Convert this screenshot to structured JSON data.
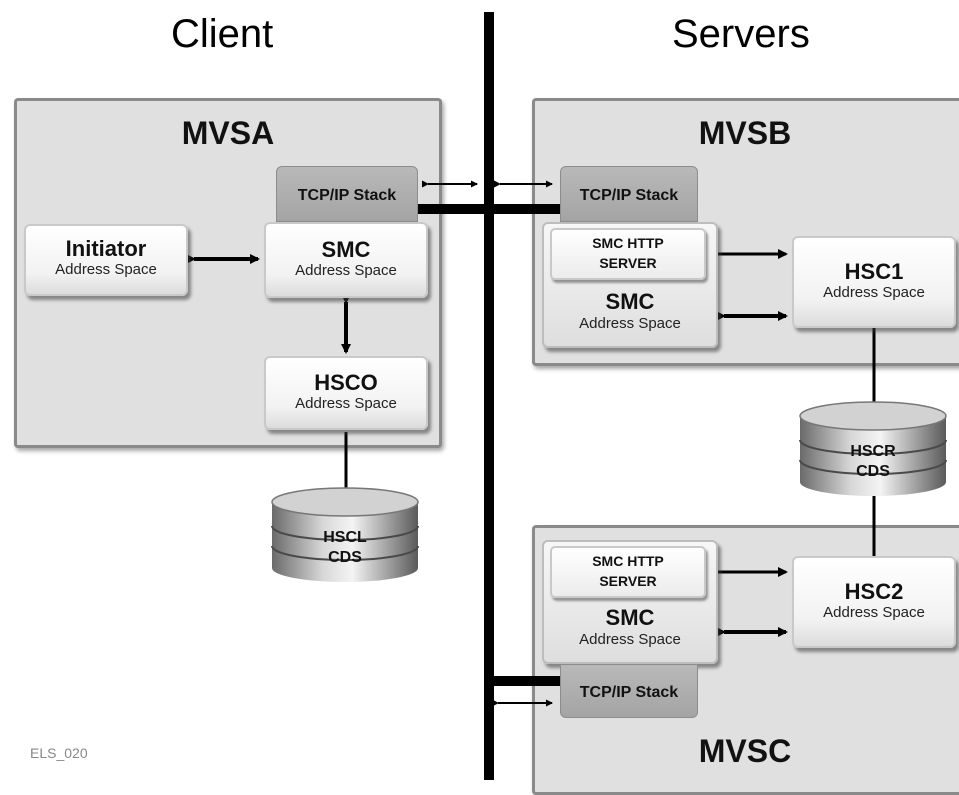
{
  "headings": {
    "client": "Client",
    "servers": "Servers"
  },
  "systems": {
    "mvsa": {
      "title": "MVSA"
    },
    "mvsb": {
      "title": "MVSB"
    },
    "mvsc": {
      "title": "MVSC"
    }
  },
  "tcp_stack_label": "TCP/IP Stack",
  "address_space_label": "Address Space",
  "boxes": {
    "initiator": "Initiator",
    "smc": "SMC",
    "hsco": "HSCO",
    "hsc1": "HSC1",
    "hsc2": "HSC2"
  },
  "smc_http_server": {
    "line1": "SMC HTTP",
    "line2": "SERVER"
  },
  "datasets": {
    "hscl": {
      "line1": "HSCL",
      "line2": "CDS"
    },
    "hscr": {
      "line1": "HSCR",
      "line2": "CDS"
    }
  },
  "footer_label": "ELS_020",
  "colors": {
    "network": "#000000",
    "system_fill": "#e0e0e0",
    "tcp_fill": "#aaaaaa"
  }
}
